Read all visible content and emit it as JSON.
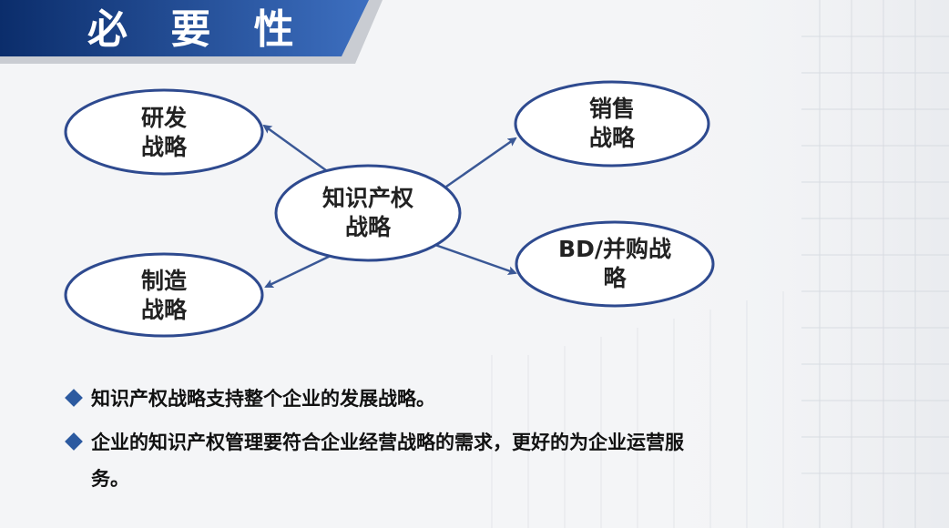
{
  "title": "必 要 性",
  "colors": {
    "banner_dark": "#0b2d6b",
    "banner_light": "#3d6fc0",
    "accent": "#2c5aa0",
    "node_stroke": "#2e4a8f",
    "arrow": "#3a5896"
  },
  "diagram": {
    "center": {
      "line1": "知识产权",
      "line2": "战略"
    },
    "nodes": [
      {
        "line1": "研发",
        "line2": "战略"
      },
      {
        "line1": "制造",
        "line2": "战略"
      },
      {
        "line1": "销售",
        "line2": "战略"
      },
      {
        "line1": "BD/并购战",
        "line2": "略"
      }
    ]
  },
  "bullets": [
    {
      "icon": "diamond-bullet-icon",
      "text": "知识产权战略支持整个企业的发展战略。"
    },
    {
      "icon": "diamond-bullet-icon",
      "text": "企业的知识产权管理要符合企业经营战略的需求，更好的为企业运营服务。"
    }
  ]
}
